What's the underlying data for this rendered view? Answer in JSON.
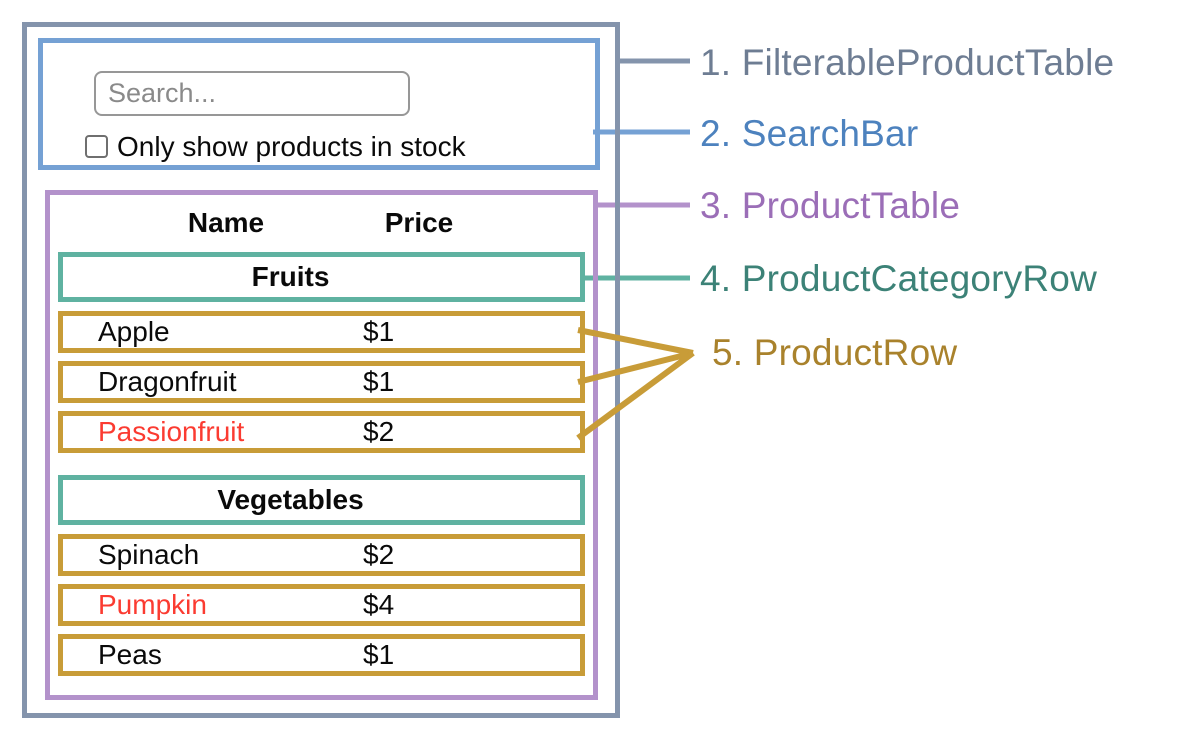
{
  "colors": {
    "frame_border": "#8494ac",
    "frame_label": "#6e7d93",
    "search_border": "#75a1d4",
    "search_label": "#4d82be",
    "table_border": "#b392cb",
    "table_label": "#9b6eb7",
    "category_border": "#5fb2a1",
    "category_label": "#3c8277",
    "row_border": "#c89c38",
    "row_label": "#a9822c",
    "out_of_stock_text": "#fb3b31"
  },
  "search_bar": {
    "input_placeholder": "Search...",
    "checkbox_label": "Only show products in stock",
    "checkbox_checked": false
  },
  "table": {
    "columns": [
      "Name",
      "Price"
    ],
    "sections": [
      {
        "category": "Fruits",
        "items": [
          {
            "name": "Apple",
            "price": "$1",
            "highlighted": false
          },
          {
            "name": "Dragonfruit",
            "price": "$1",
            "highlighted": false
          },
          {
            "name": "Passionfruit",
            "price": "$2",
            "highlighted": true
          }
        ]
      },
      {
        "category": "Vegetables",
        "items": [
          {
            "name": "Spinach",
            "price": "$2",
            "highlighted": false
          },
          {
            "name": "Pumpkin",
            "price": "$4",
            "highlighted": true
          },
          {
            "name": "Peas",
            "price": "$1",
            "highlighted": false
          }
        ]
      }
    ]
  },
  "annotations": [
    {
      "label": "1. FilterableProductTable"
    },
    {
      "label": "2. SearchBar"
    },
    {
      "label": "3. ProductTable"
    },
    {
      "label": "4. ProductCategoryRow"
    },
    {
      "label": "5. ProductRow"
    }
  ]
}
